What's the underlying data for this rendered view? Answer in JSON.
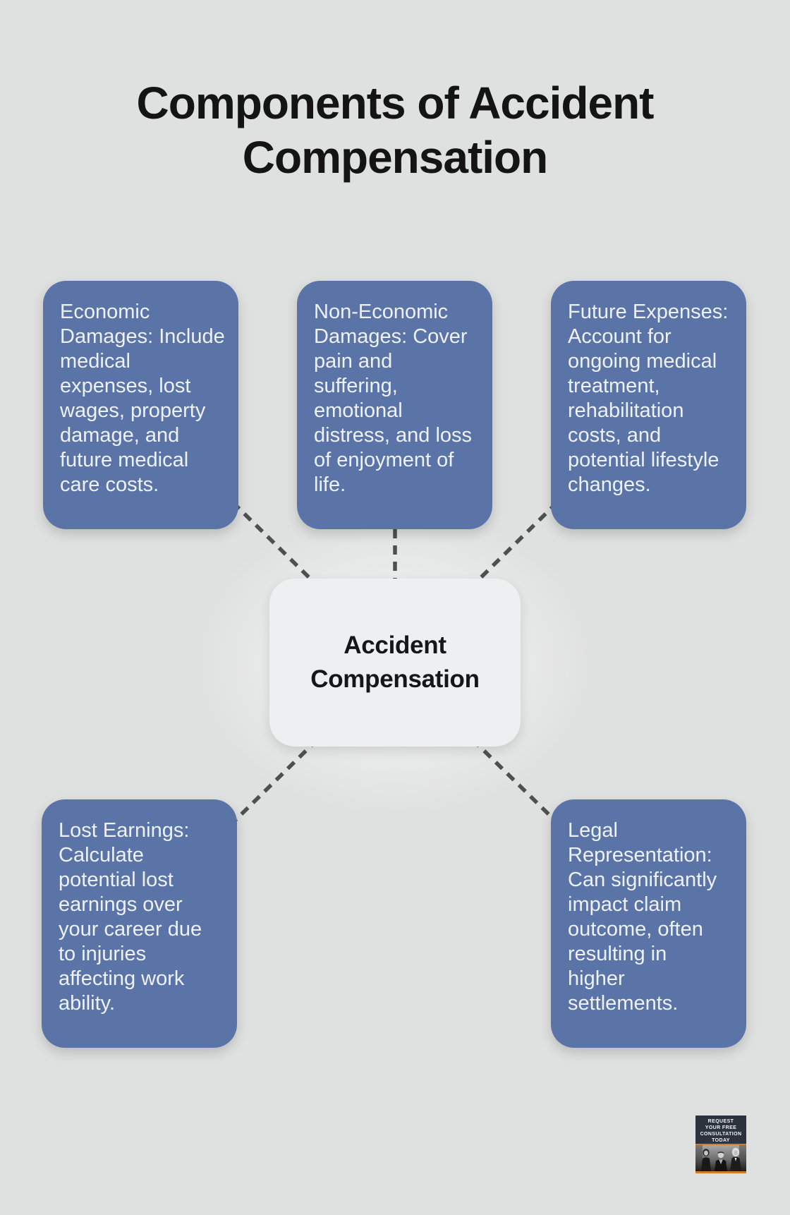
{
  "title": {
    "lines": [
      "Components of Accident",
      "Compensation"
    ]
  },
  "center_node": {
    "lines": [
      "Accident",
      "Compensation"
    ]
  },
  "nodes": [
    {
      "id": "economic-damages",
      "lines": [
        "Economic",
        "Damages: Include",
        "medical",
        "expenses, lost",
        "wages, property",
        "damage, and",
        "future medical",
        "care costs."
      ]
    },
    {
      "id": "non-economic-damages",
      "lines": [
        "Non-Economic",
        "Damages: Cover",
        "pain and",
        "suffering,",
        "emotional",
        "distress, and loss",
        "of enjoyment of",
        "life."
      ]
    },
    {
      "id": "future-expenses",
      "lines": [
        "Future Expenses:",
        "Account for",
        "ongoing medical",
        "treatment,",
        "rehabilitation",
        "costs, and",
        "potential lifestyle",
        "changes."
      ]
    },
    {
      "id": "lost-earnings",
      "lines": [
        "Lost Earnings:",
        "Calculate",
        "potential lost",
        "earnings over",
        "your career due",
        "to injuries",
        "affecting work",
        "ability."
      ]
    },
    {
      "id": "legal-representation",
      "lines": [
        "Legal",
        "Representation:",
        "Can significantly",
        "impact claim",
        "outcome, often",
        "resulting in",
        "higher",
        "settlements."
      ]
    }
  ],
  "badge": {
    "lines": [
      "REQUEST",
      "YOUR FREE",
      "CONSULTATION",
      "TODAY"
    ]
  },
  "colors": {
    "background": "#dfe0e0",
    "title_text": "#141414",
    "node_fill": "#5b74a7",
    "node_text": "#eef1f7",
    "center_fill": "#edeff1",
    "center_text": "#161616",
    "connector": "#4f4f4f",
    "badge_bg": "#2b333e",
    "badge_text": "#f2f2f2",
    "badge_accent": "#d07e2a"
  }
}
